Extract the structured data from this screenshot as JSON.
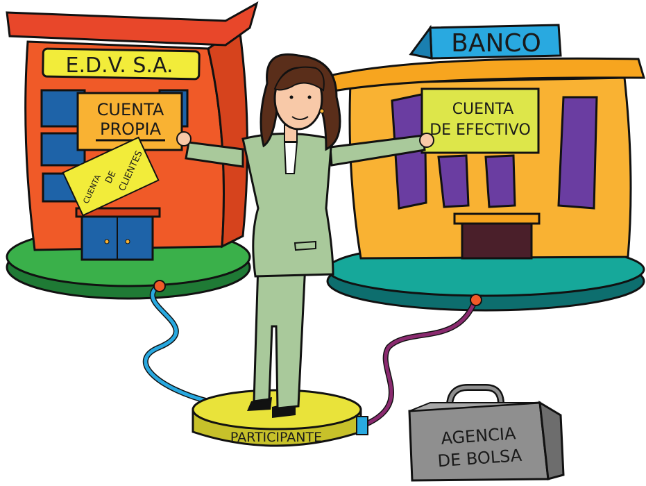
{
  "labels": {
    "edv": "E.D.V. S.A.",
    "cuenta_propia_1": "CUENTA",
    "cuenta_propia_2": "PROPIA",
    "cuenta_clientes_1": "CUENTA",
    "cuenta_clientes_2": "DE",
    "cuenta_clientes_3": "CLIENTES",
    "banco": "BANCO",
    "cuenta_efectivo_1": "CUENTA",
    "cuenta_efectivo_2": "DE EFECTIVO",
    "participante": "PARTICIPANTE",
    "agencia_1": "AGENCIA",
    "agencia_2": "DE BOLSA"
  },
  "colors": {
    "edv_building": "#f05a28",
    "edv_sign": "#f2ec3a",
    "edv_base": "#3ab04a",
    "banco_building": "#f9b233",
    "banco_sign": "#29a9e0",
    "banco_base": "#16a89a",
    "windows": "#6a3da1",
    "cuenta_propia_card": "#f9b233",
    "cuenta_efectivo_card": "#dde64a",
    "suit": "#a9c99b",
    "hair": "#5a2e1a",
    "participante_base": "#e9e33a",
    "briefcase": "#8f8f8f",
    "cable_left": "#29a9e0",
    "cable_right": "#8a2a6f"
  }
}
